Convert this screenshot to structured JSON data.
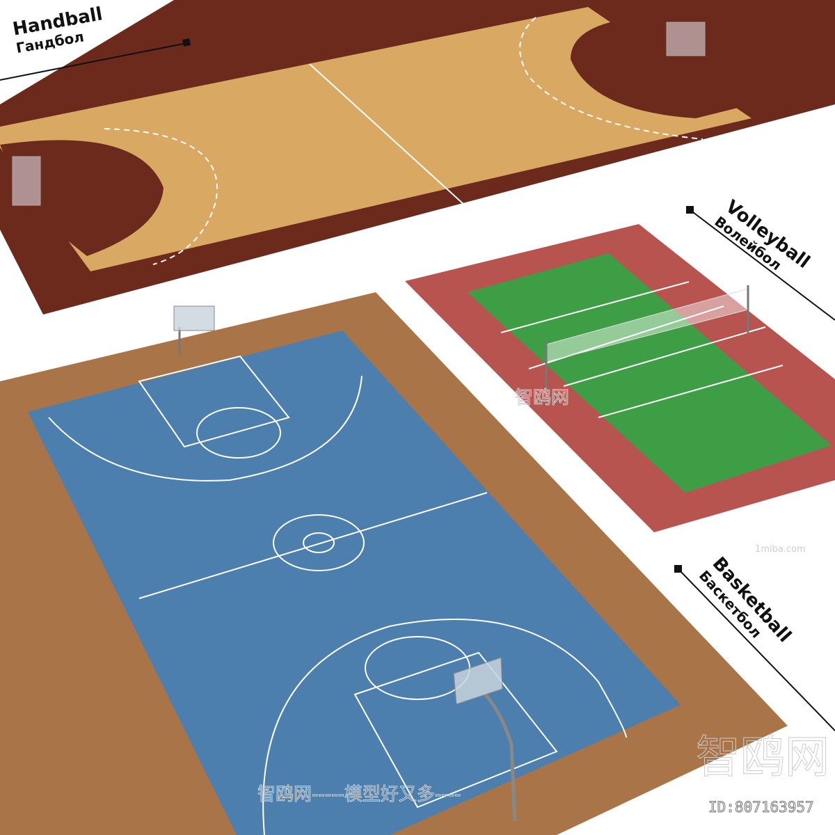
{
  "labels": {
    "handball": {
      "en": "Handball",
      "ru": "Гандбол"
    },
    "volleyball": {
      "en": "Volleyball",
      "ru": "Волейбол"
    },
    "basketball": {
      "en": "Basketball",
      "ru": "Баскетбол"
    }
  },
  "watermark": {
    "brand": "智鸥网",
    "site": "1miba.com",
    "slogan": "智鸥网-----模型好又多----",
    "id": "ID:807163957"
  },
  "colors": {
    "handball_border": "#6b2a1c",
    "handball_court": "#d9a862",
    "volleyball_border": "#b85450",
    "volleyball_court": "#3e9e45",
    "basketball_border": "#a87448",
    "basketball_court": "#4d7fae",
    "lines": "#ffffff"
  }
}
